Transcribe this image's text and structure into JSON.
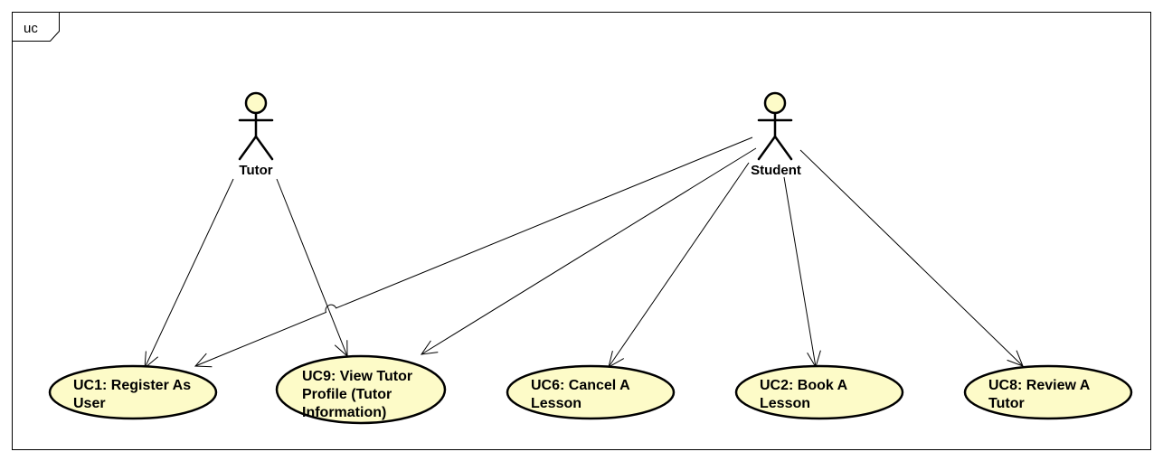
{
  "frame": {
    "label": "uc"
  },
  "colors": {
    "fill": "#fdfbc8",
    "stroke": "#000000",
    "background": "#ffffff"
  },
  "actors": {
    "tutor": {
      "name": "Tutor"
    },
    "student": {
      "name": "Student"
    }
  },
  "use_cases": {
    "uc1": {
      "lines": [
        "UC1: Register As",
        "User"
      ]
    },
    "uc9": {
      "lines": [
        "UC9: View Tutor",
        "Profile (Tutor",
        "Information)"
      ]
    },
    "uc6": {
      "lines": [
        "UC6: Cancel A",
        "Lesson"
      ]
    },
    "uc2": {
      "lines": [
        "UC2: Book A",
        "Lesson"
      ]
    },
    "uc8": {
      "lines": [
        "UC8: Review A",
        "Tutor"
      ]
    }
  },
  "associations": [
    {
      "from": "Tutor",
      "to": "UC1: Register As User"
    },
    {
      "from": "Tutor",
      "to": "UC9: View Tutor Profile (Tutor Information)"
    },
    {
      "from": "Student",
      "to": "UC1: Register As User"
    },
    {
      "from": "Student",
      "to": "UC9: View Tutor Profile (Tutor Information)"
    },
    {
      "from": "Student",
      "to": "UC6: Cancel A Lesson"
    },
    {
      "from": "Student",
      "to": "UC2: Book A Lesson"
    },
    {
      "from": "Student",
      "to": "UC8: Review A Tutor"
    }
  ]
}
